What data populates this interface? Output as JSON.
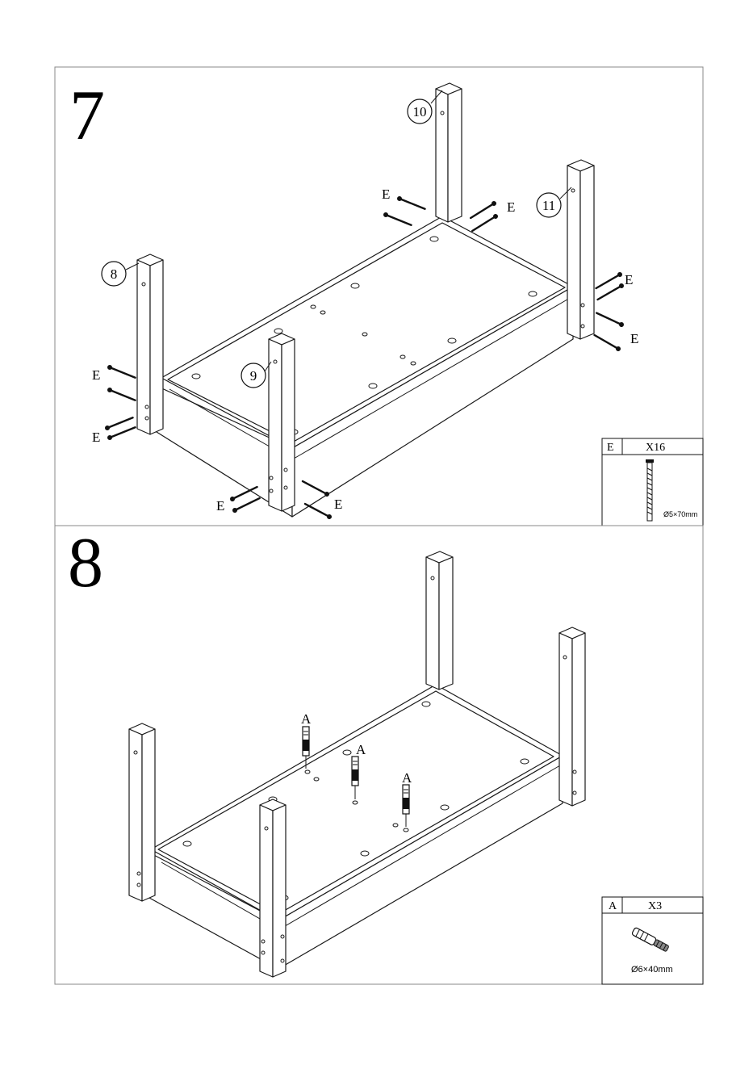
{
  "steps": [
    {
      "number": "7",
      "callouts": [
        {
          "id": "leg-8",
          "text": "8"
        },
        {
          "id": "leg-9",
          "text": "9"
        },
        {
          "id": "leg-10",
          "text": "10"
        },
        {
          "id": "leg-11",
          "text": "11"
        }
      ],
      "screw_letter": "E",
      "hardware": {
        "letter": "E",
        "qty": "X16",
        "size": "Ø5×70mm",
        "icon": "long-bolt-icon"
      }
    },
    {
      "number": "8",
      "dowel_letter": "A",
      "hardware": {
        "letter": "A",
        "qty": "X3",
        "size": "Ø6×40mm",
        "icon": "cam-dowel-icon"
      }
    }
  ],
  "colors": {
    "line": "#1a1a1a",
    "paper": "#ffffff"
  }
}
